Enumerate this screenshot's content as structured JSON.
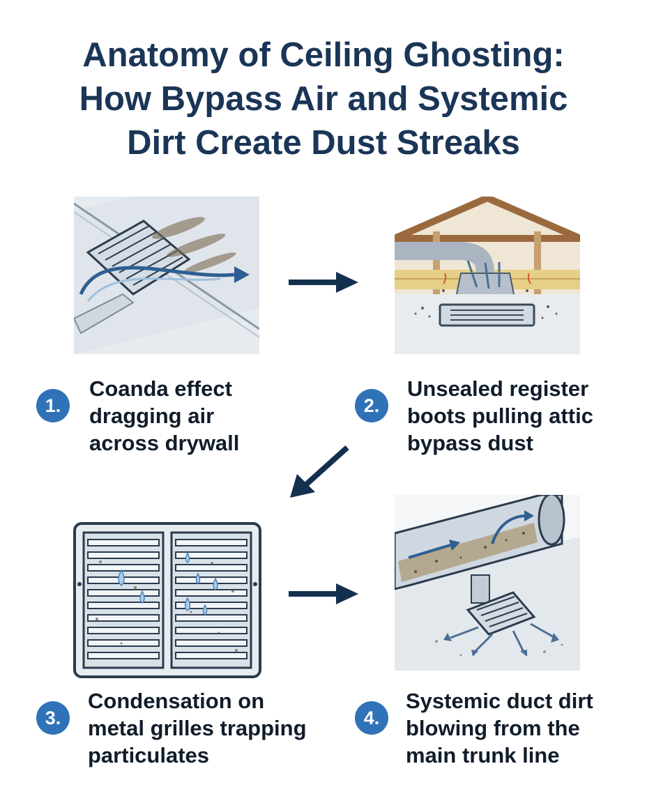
{
  "title": {
    "lines": [
      "Anatomy of Ceiling Ghosting:",
      "How Bypass Air and Systemic",
      "Dirt Create Dust Streaks"
    ]
  },
  "steps": [
    {
      "number": "1.",
      "lines": [
        "Coanda effect",
        "dragging air",
        "across drywall"
      ]
    },
    {
      "number": "2.",
      "lines": [
        "Unsealed register",
        "boots pulling attic",
        "bypass dust"
      ]
    },
    {
      "number": "3.",
      "lines": [
        "Condensation on",
        "metal grilles trapping",
        "particulates"
      ]
    },
    {
      "number": "4.",
      "lines": [
        "Systemic duct dirt",
        "blowing from the",
        "main trunk line"
      ]
    }
  ],
  "colors": {
    "title": "#1a3556",
    "badge": "#2f72b8",
    "arrow": "#14304f",
    "caption": "#111c2a"
  }
}
